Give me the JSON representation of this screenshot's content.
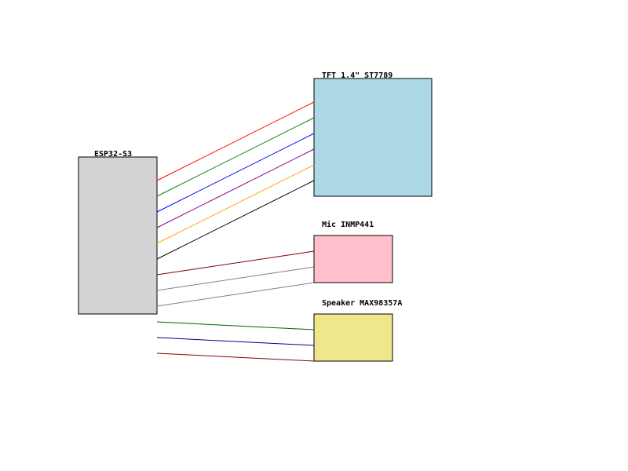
{
  "components": {
    "esp32": {
      "label": "ESP32-S3",
      "fill": "#d3d3d3"
    },
    "tft": {
      "label": "TFT 1.4\" ST7789",
      "fill": "#add8e6"
    },
    "mic": {
      "label": "Mic INMP441",
      "fill": "#ffc0cb"
    },
    "speaker": {
      "label": "Speaker MAX98357A",
      "fill": "#f0e68c"
    }
  },
  "wires": {
    "tft": [
      "#ff0000",
      "#008000",
      "#0000ff",
      "#800080",
      "#ffa500",
      "#000000"
    ],
    "mic": [
      "#800000",
      "#808080",
      "#808080"
    ],
    "speaker": [
      "#006400",
      "#00008b",
      "#8b0000"
    ]
  }
}
